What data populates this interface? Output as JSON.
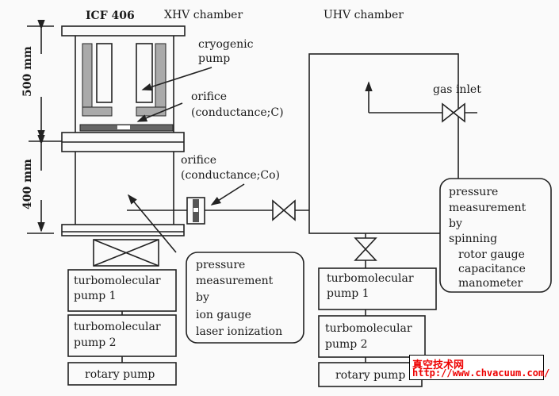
{
  "labels": {
    "icf": "ICF 406",
    "xhv": "XHV chamber",
    "uhv": "UHV chamber",
    "dim_upper": "500 mm",
    "dim_lower": "400 mm",
    "cryo": [
      "cryogenic",
      "pump"
    ],
    "orifice_c": [
      "orifice",
      "(conductance;C)"
    ],
    "orifice_co": [
      "orifice",
      "(conductance;Co)"
    ],
    "gas_inlet": "gas inlet",
    "left_pumps": [
      "turbomolecular",
      "pump 1",
      "turbomolecular",
      "pump 2",
      "rotary pump"
    ],
    "right_pumps": [
      "turbomolecular",
      "pump 1",
      "turbomolecular",
      "pump 2",
      "rotary pump"
    ],
    "left_callout": [
      "pressure",
      "measurement",
      "by",
      "ion gauge",
      "laser ionization"
    ],
    "right_callout": [
      "pressure",
      "measurement",
      "by",
      "spinning",
      "rotor gauge",
      "capacitance",
      "manometer"
    ]
  },
  "watermark": {
    "title": "真空技术网",
    "url": "http://www.chvacuum.com/",
    "color": "#e00000"
  }
}
